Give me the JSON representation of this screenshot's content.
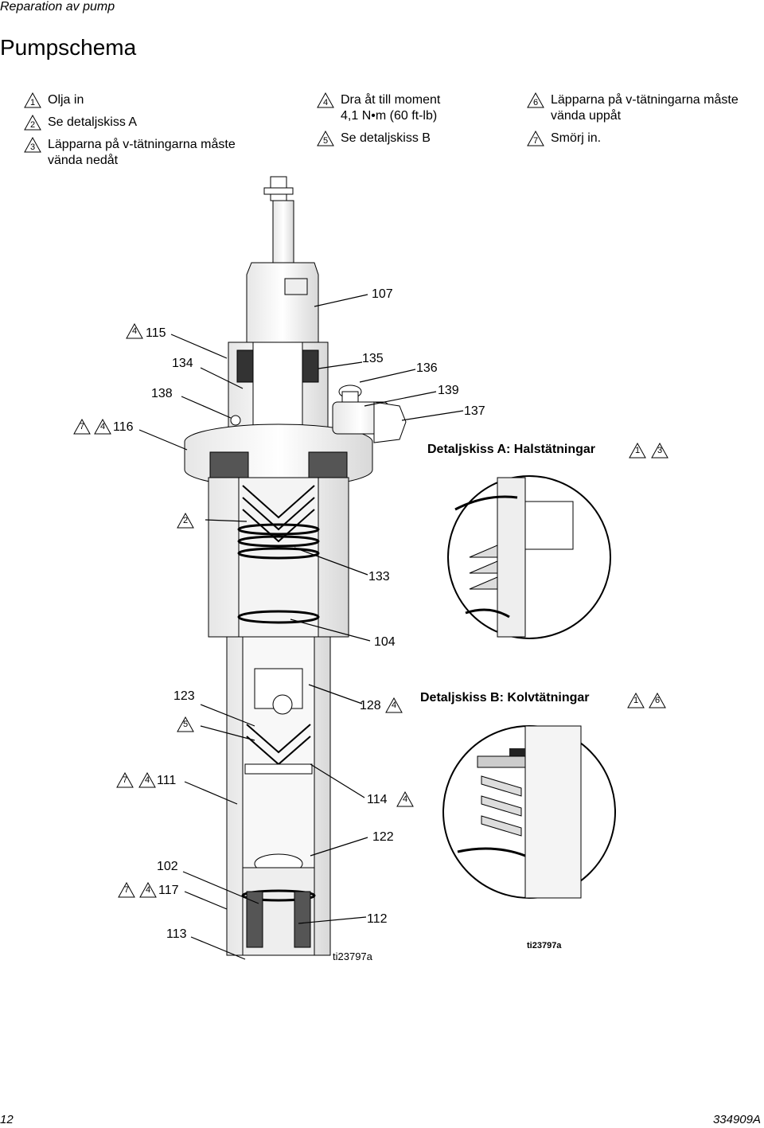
{
  "header": {
    "section": "Reparation av pump"
  },
  "title": "Pumpschema",
  "legend": [
    {
      "num": "1",
      "text": "Olja in"
    },
    {
      "num": "2",
      "text": "Se detaljskiss A"
    },
    {
      "num": "3",
      "text": "Läpparna på v-tätningarna måste\nvända nedåt"
    },
    {
      "num": "4",
      "text": "Dra åt till moment\n4,1 N•m (60 ft-lb)"
    },
    {
      "num": "5",
      "text": "Se detaljskiss B"
    },
    {
      "num": "6",
      "text": "Läpparna på v-tätningarna måste\nvända uppåt"
    },
    {
      "num": "7",
      "text": "Smörj in."
    }
  ],
  "callouts": {
    "c107": "107",
    "c115": "115",
    "c134": "134",
    "c135": "135",
    "c136": "136",
    "c138": "138",
    "c139": "139",
    "c137": "137",
    "c116": "116",
    "c133": "133",
    "c104": "104",
    "c123": "123",
    "c128": "128",
    "c111": "111",
    "c114": "114",
    "c122": "122",
    "c102": "102",
    "c117": "117",
    "c112": "112",
    "c113": "113"
  },
  "markers": {
    "m4": "4",
    "m7": "7",
    "m2": "2",
    "m5": "5",
    "m1": "1",
    "m3": "3",
    "m6": "6"
  },
  "detail_a": {
    "title": "Detaljskiss A: Halstätningar"
  },
  "detail_b": {
    "title": "Detaljskiss B: Kolvtätningar"
  },
  "figure_codes": {
    "main": "ti23797a",
    "detail": "ti23797a"
  },
  "footer": {
    "page_number": "12",
    "doc_number": "334909A"
  }
}
